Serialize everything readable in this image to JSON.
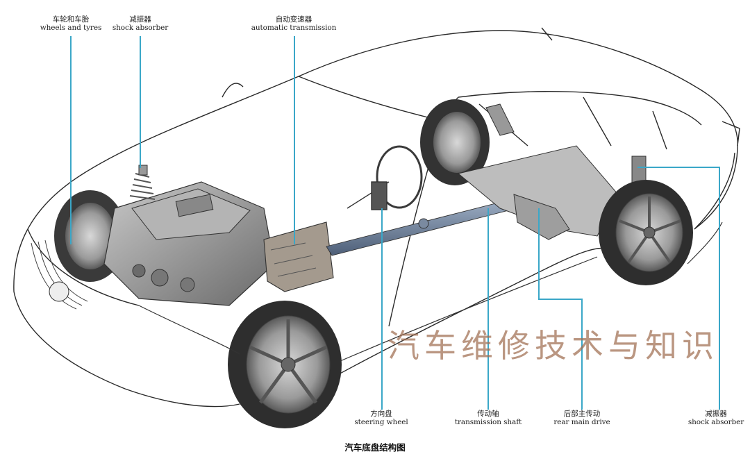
{
  "labels": [
    {
      "id": "wheels-and-tyres",
      "zh": "车轮和车胎",
      "en": "wheels and tyres"
    },
    {
      "id": "shock-absorber-front",
      "zh": "减振器",
      "en": "shock absorber"
    },
    {
      "id": "automatic-transmission",
      "zh": "自动变速器",
      "en": "automatic transmission"
    },
    {
      "id": "steering-wheel",
      "zh": "方向盘",
      "en": "steering wheel"
    },
    {
      "id": "transmission-shaft",
      "zh": "传动轴",
      "en": "transmission shaft"
    },
    {
      "id": "rear-main-drive",
      "zh": "后部主传动",
      "en": "rear main drive"
    },
    {
      "id": "shock-absorber-rear",
      "zh": "减振器",
      "en": "shock absorber"
    }
  ],
  "watermark": "汽车维修技术与知识",
  "caption": "汽车底盘结构图",
  "colors": {
    "leader": "#3aa7c8",
    "watermark": "#a06e50"
  }
}
